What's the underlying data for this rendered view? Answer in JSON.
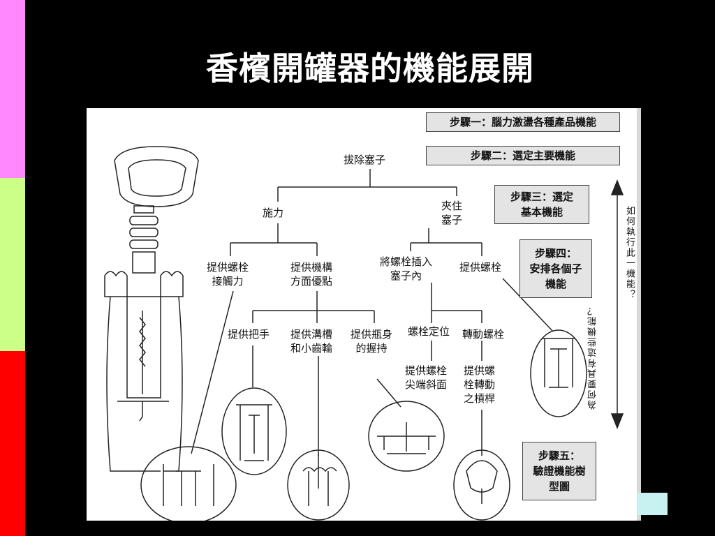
{
  "title": "香檳開罐器的機能展開",
  "colors": {
    "bar_top": "#ff88ff",
    "bar_mid": "#ccff88",
    "bar_bottom": "#ff0000",
    "corner": "#c8f2f2"
  },
  "steps": [
    "步驟一：腦力激盪各種產品機能",
    "步驟二：選定主要機能",
    "步驟三：選定\n基本機能",
    "步驟四：\n安排各個子\n機能",
    "步驟五：\n驗證機能樹\n型圖"
  ],
  "nodes": {
    "root": "拔除塞子",
    "l1_force": "施力",
    "l1_grip": "夾住\n塞子",
    "l2_contact": "提供螺栓\n接觸力",
    "l2_mech": "提供機構\n方面優點",
    "l2_insert": "將螺栓插入\n塞子內",
    "l2_bolt": "提供螺栓",
    "l3_handle": "提供把手",
    "l3_groove": "提供溝槽\n和小齒輪",
    "l3_bottle": "提供瓶身\n的握持",
    "l3_locate": "螺栓定位",
    "l3_rotate": "轉動螺栓",
    "l4_tip": "提供螺栓\n尖端斜面",
    "l4_lever": "提供螺\n栓轉動\n之槓桿"
  },
  "side_labels": {
    "how": "如何執行此一機能？",
    "why": "為何要具有這些機能？"
  }
}
